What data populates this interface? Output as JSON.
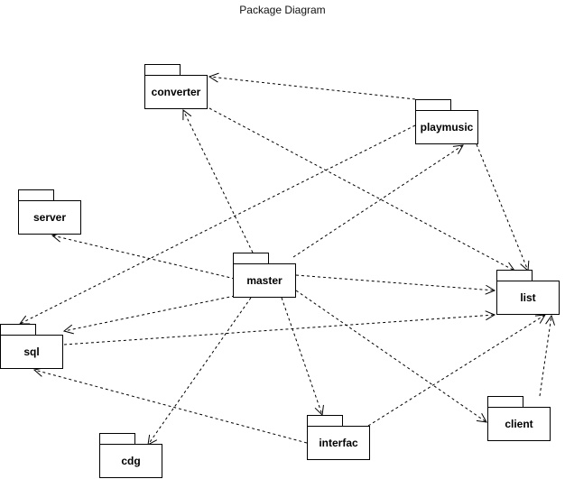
{
  "title": "Package Diagram",
  "packages": {
    "converter": "converter",
    "playmusic": "playmusic",
    "server": "server",
    "master": "master",
    "list": "list",
    "sql": "sql",
    "client": "client",
    "interfac": "interfac",
    "cdg": "cdg"
  },
  "dependencies": [
    [
      "playmusic",
      "converter"
    ],
    [
      "converter",
      "list"
    ],
    [
      "playmusic",
      "sql"
    ],
    [
      "playmusic",
      "list"
    ],
    [
      "master",
      "converter"
    ],
    [
      "master",
      "playmusic"
    ],
    [
      "master",
      "server"
    ],
    [
      "master",
      "sql"
    ],
    [
      "master",
      "list"
    ],
    [
      "master",
      "cdg"
    ],
    [
      "master",
      "interfac"
    ],
    [
      "master",
      "client"
    ],
    [
      "sql",
      "list"
    ],
    [
      "interfac",
      "sql"
    ],
    [
      "interfac",
      "list"
    ],
    [
      "client",
      "list"
    ]
  ],
  "colors": {
    "line": "#000000",
    "background": "#ffffff"
  }
}
